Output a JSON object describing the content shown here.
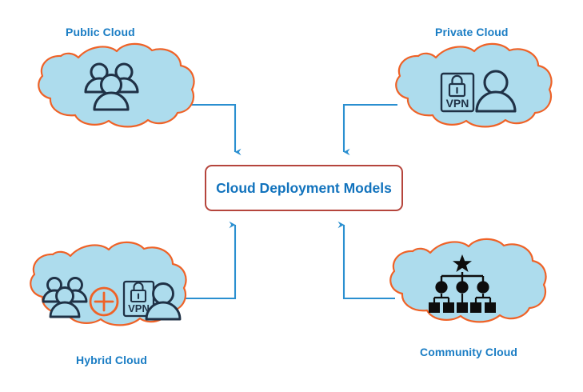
{
  "diagram": {
    "title": "Cloud Deployment Models",
    "background_color": "#ffffff",
    "center_node": {
      "label": "Cloud Deployment Models",
      "text_color": "#1273bd",
      "border_color": "#b5453c",
      "fill_color": "#ffffff"
    },
    "palette": {
      "label_blue": "#1a7dc4",
      "cloud_fill": "#addced",
      "cloud_outline": "#ef6227",
      "icon_navy": "#1f3146",
      "connector_blue": "#2a8fd0",
      "accent_orange": "#ef6227"
    },
    "nodes": [
      {
        "id": "public-cloud",
        "label": "Public Cloud",
        "label_position": "above",
        "icons": [
          "group-of-people-icon"
        ],
        "connector": {
          "from": "cloud-right",
          "to": "center-node-top-left",
          "arrow_direction": "down"
        }
      },
      {
        "id": "private-cloud",
        "label": "Private Cloud",
        "label_position": "above",
        "icons": [
          "vpn-lock-icon",
          "person-icon"
        ],
        "icon_text": "VPN",
        "connector": {
          "from": "cloud-left",
          "to": "center-node-top-right",
          "arrow_direction": "down"
        }
      },
      {
        "id": "hybrid-cloud",
        "label": "Hybrid Cloud",
        "label_position": "below",
        "icons": [
          "group-of-people-icon",
          "plus-circle-icon",
          "vpn-lock-icon",
          "person-icon"
        ],
        "icon_text": "VPN",
        "connector": {
          "from": "cloud-right",
          "to": "center-node-bottom-left",
          "arrow_direction": "up"
        }
      },
      {
        "id": "community-cloud",
        "label": "Community Cloud",
        "label_position": "below",
        "icons": [
          "org-hierarchy-icon"
        ],
        "connector": {
          "from": "cloud-left",
          "to": "center-node-bottom-right",
          "arrow_direction": "up"
        }
      }
    ]
  }
}
